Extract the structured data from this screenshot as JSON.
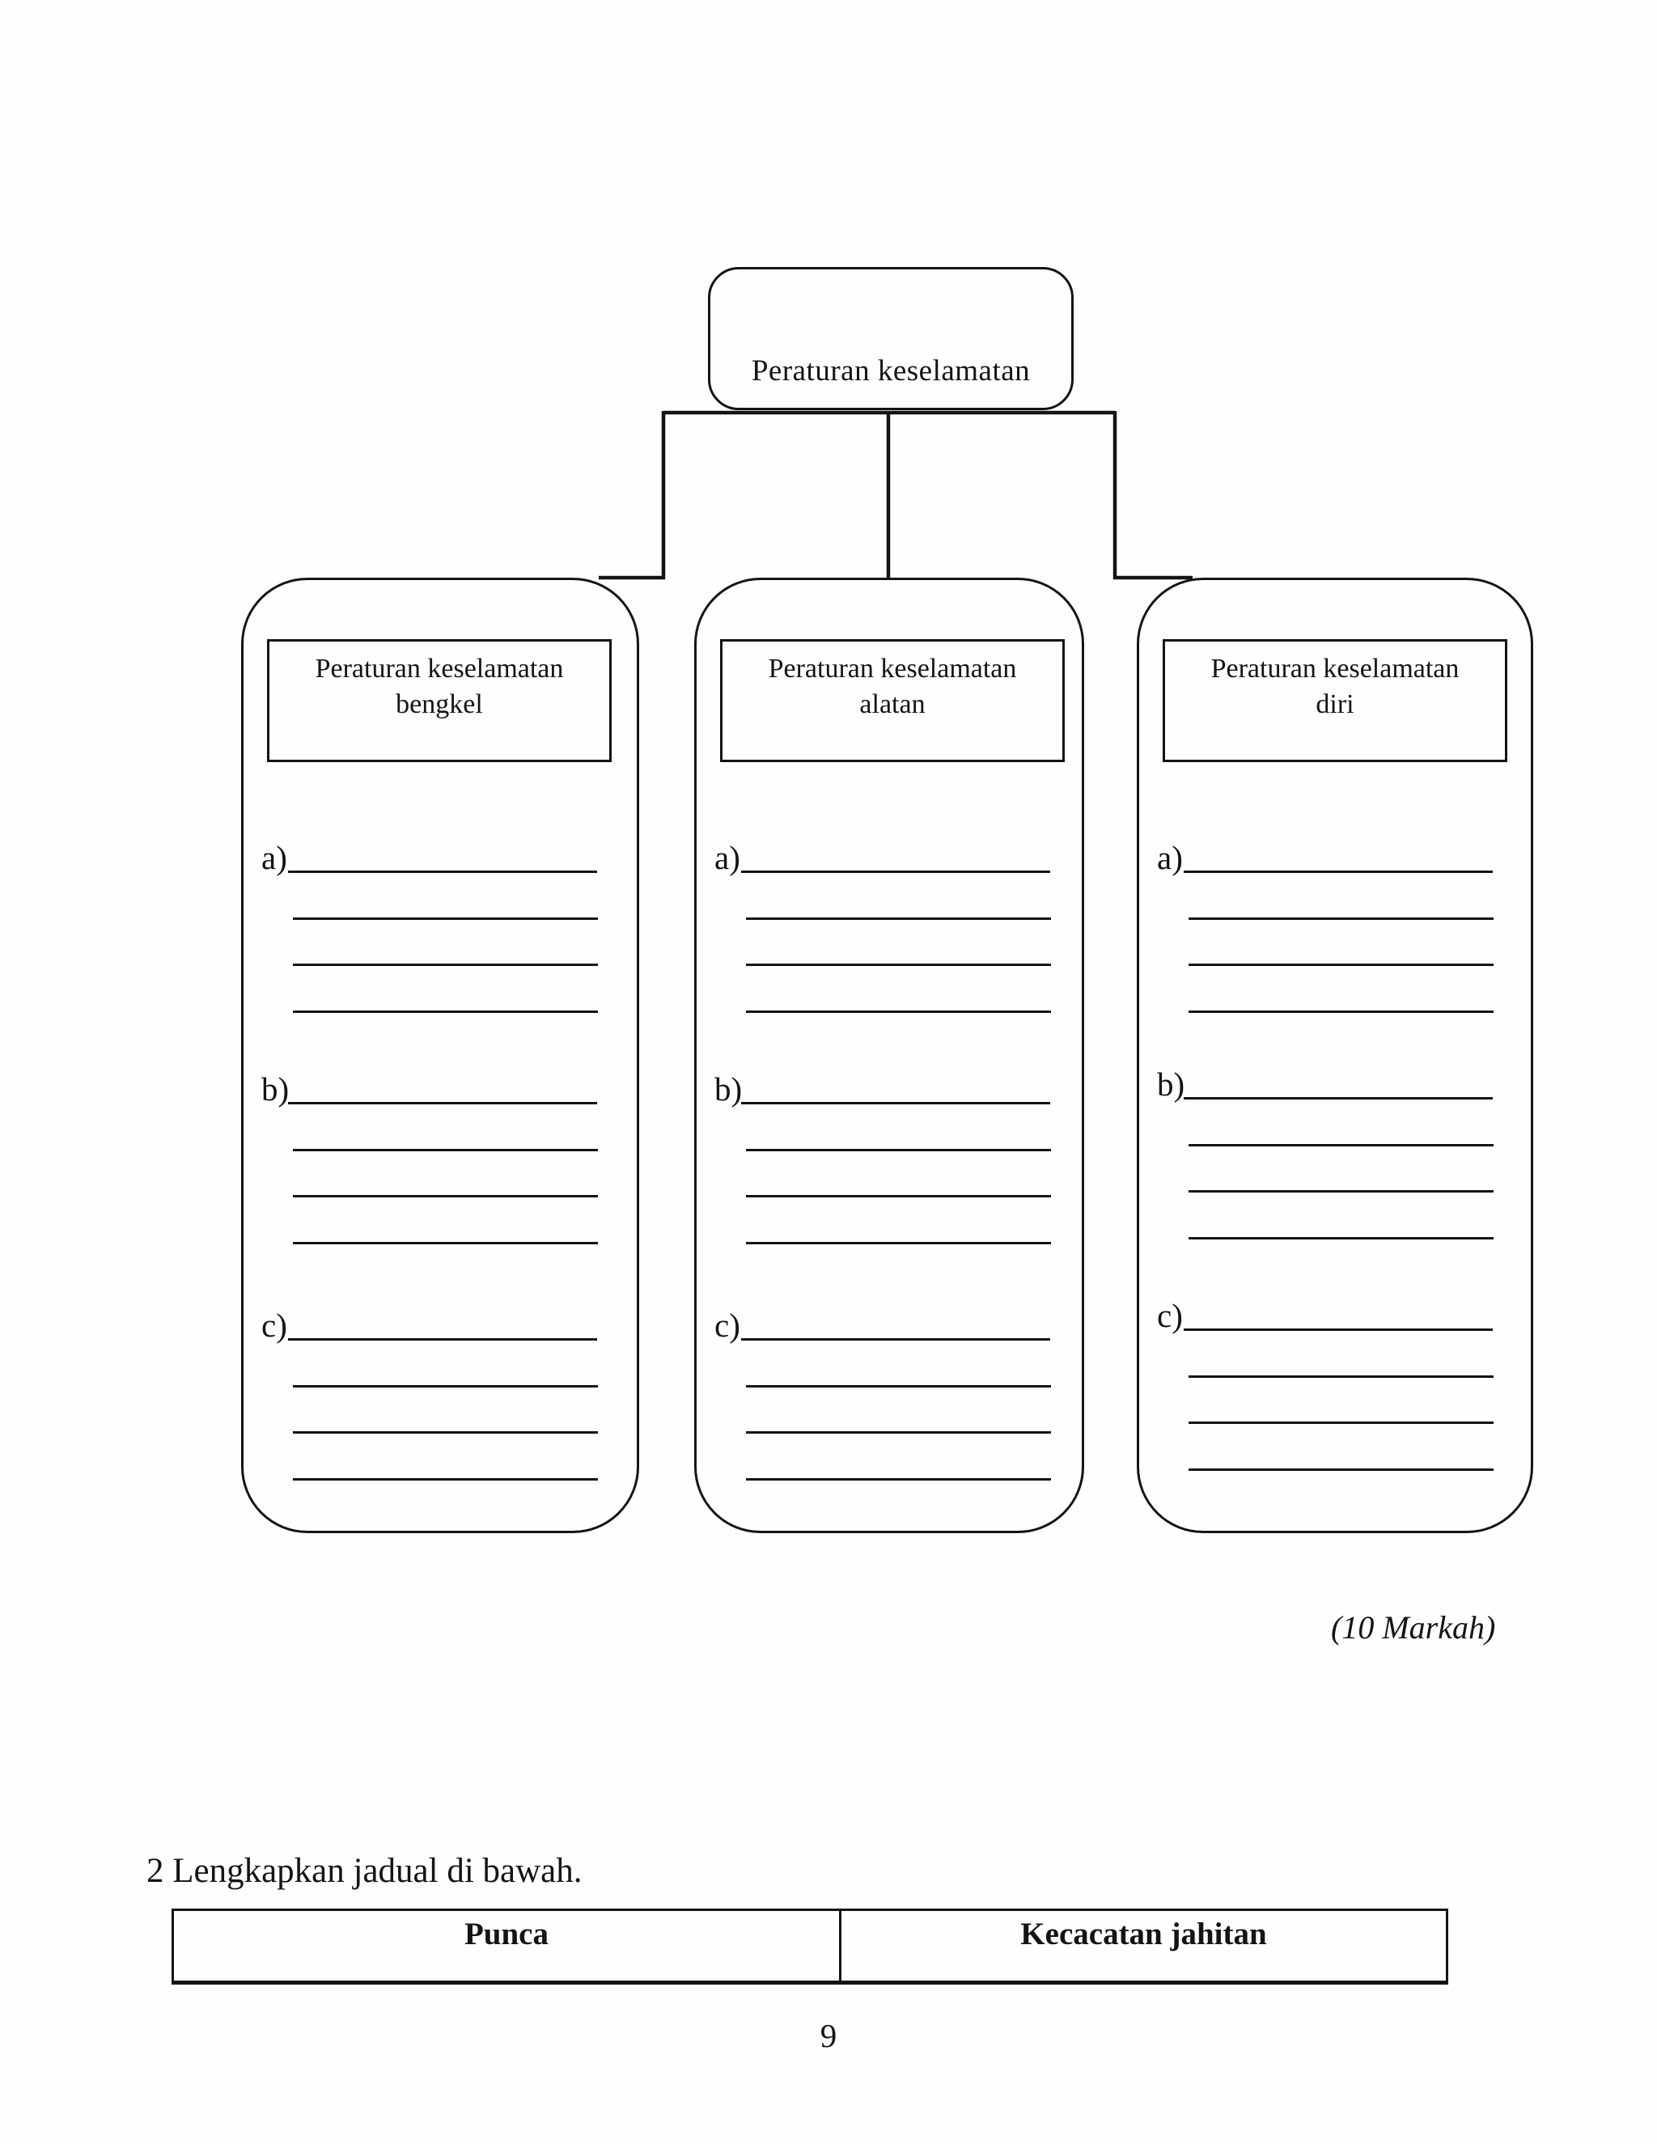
{
  "diagram": {
    "root_label": "Peraturan keselamatan",
    "columns": [
      {
        "title_line1": "Peraturan keselamatan",
        "title_line2": "bengkel",
        "items": [
          {
            "label": "a)"
          },
          {
            "label": "b)"
          },
          {
            "label": "c)"
          }
        ]
      },
      {
        "title_line1": "Peraturan keselamatan",
        "title_line2": "alatan",
        "items": [
          {
            "label": "a)"
          },
          {
            "label": "b)"
          },
          {
            "label": "c)"
          }
        ]
      },
      {
        "title_line1": "Peraturan keselamatan",
        "title_line2": "diri",
        "items": [
          {
            "label": "a)"
          },
          {
            "label": "b)"
          },
          {
            "label": "c)"
          }
        ]
      }
    ]
  },
  "marks_note": "(10 Markah)",
  "question2": {
    "number_and_text": "2 Lengkapkan jadual di bawah."
  },
  "table": {
    "headers": [
      "Punca",
      "Kecacatan jahitan"
    ]
  },
  "page_number": "9",
  "colors": {
    "ink": "#141414",
    "paper": "#fefefe"
  }
}
